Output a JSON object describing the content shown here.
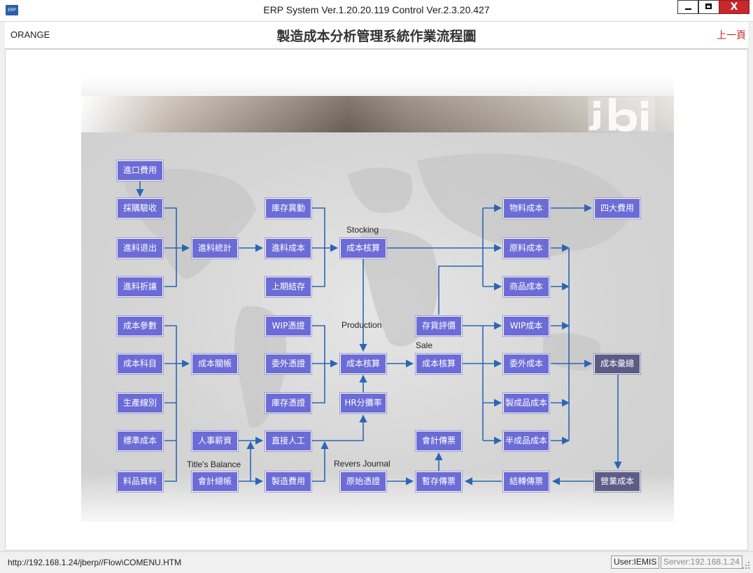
{
  "window": {
    "title": "ERP System Ver.1.20.20.119  Control Ver.2.3.20.427",
    "icon_label": "ERP",
    "minimize_label": "",
    "maximize_label": "",
    "close_label": "X"
  },
  "header": {
    "brand": "ORANGE",
    "page_title": "製造成本分析管理系統作業流程圖",
    "prev_link": "上一頁"
  },
  "flow": {
    "logo_text": "jbi",
    "labels": {
      "stocking": "Stocking",
      "production": "Production",
      "sale": "Sale",
      "titles_balance": "Title's Balance",
      "revers_journal": "Revers Journal"
    },
    "nodes": {
      "import_expense": "進口費用",
      "purchase_receipt": "採購驗收",
      "purchase_return": "進料退出",
      "purchase_discount": "進料折讓",
      "purchase_stats": "進料統計",
      "cost_params": "成本參數",
      "cost_account": "成本科目",
      "prod_line": "生產線別",
      "std_cost": "標準成本",
      "item_data": "料品資料",
      "cost_close": "成本關帳",
      "hr_salary": "人事薪資",
      "acct_ledger": "會計總帳",
      "inv_change": "庫存異動",
      "incoming_cost": "進料成本",
      "prev_balance": "上期結存",
      "wip_voucher": "WIP憑證",
      "outsource_voucher": "委外憑證",
      "inv_voucher": "庫存憑證",
      "direct_labor": "直接人工",
      "mfg_expense": "製造費用",
      "stocking_calc": "成本核算",
      "production_calc": "成本核算",
      "hr_alloc": "HR分攤率",
      "orig_voucher": "原始憑證",
      "inv_valuation": "存貨評價",
      "sale_calc": "成本核算",
      "acct_voucher": "會計傳票",
      "temp_voucher": "暫存傳票",
      "material_cost": "物料成本",
      "raw_material_cost": "原料成本",
      "goods_cost": "商品成本",
      "wip_cost": "WIP成本",
      "outsource_cost": "委外成本",
      "finished_cost": "製成品成本",
      "semi_finished_cost": "半成品成本",
      "transfer_voucher": "結轉傳票",
      "four_expenses": "四大費用",
      "cost_summary": "成本彙總",
      "operating_cost": "營業成本"
    }
  },
  "status": {
    "url": "http://192.168.1.24/jberp//Flow\\COMENU.HTM",
    "user": "User:IEMIS",
    "server": "Server:192.168.1.24"
  }
}
